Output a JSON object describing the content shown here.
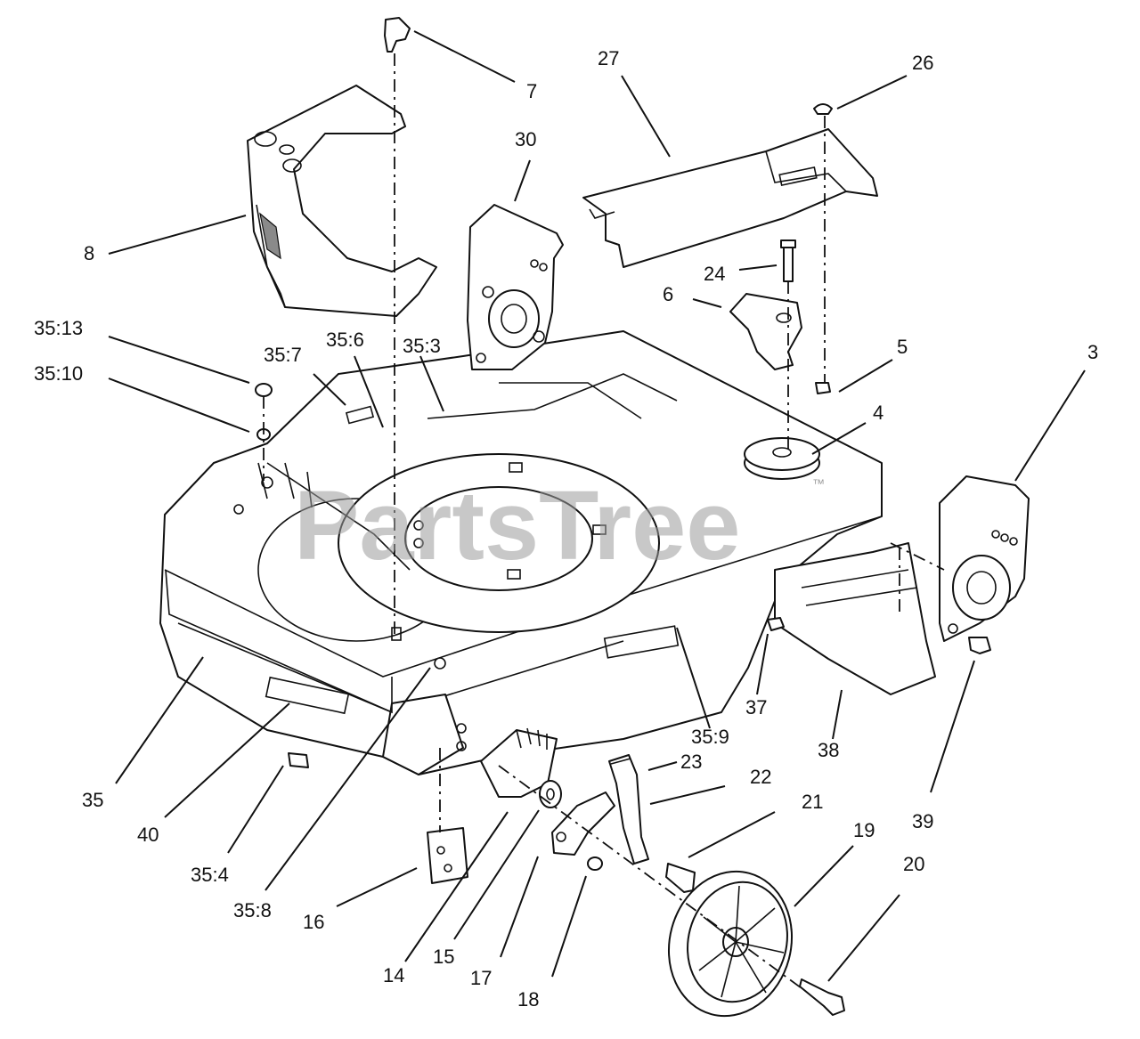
{
  "watermark": {
    "text": "PartsTree",
    "mark": "™"
  },
  "callouts": {
    "c7": "7",
    "c27": "27",
    "c26": "26",
    "c30": "30",
    "c8": "8",
    "c24": "24",
    "c6": "6",
    "c35_13": "35:13",
    "c35_10": "35:10",
    "c35_7": "35:7",
    "c35_6": "35:6",
    "c35_3": "35:3",
    "c5": "5",
    "c4": "4",
    "c3": "3",
    "c37": "37",
    "c35_9": "35:9",
    "c38": "38",
    "c35": "35",
    "c40": "40",
    "c35_4": "35:4",
    "c35_8": "35:8",
    "c16": "16",
    "c14": "14",
    "c15": "15",
    "c17": "17",
    "c18": "18",
    "c23": "23",
    "c22": "22",
    "c21": "21",
    "c19": "19",
    "c20": "20",
    "c39": "39"
  },
  "colors": {
    "line": "#111111",
    "watermark": "#9a9a9a",
    "background": "#ffffff"
  }
}
